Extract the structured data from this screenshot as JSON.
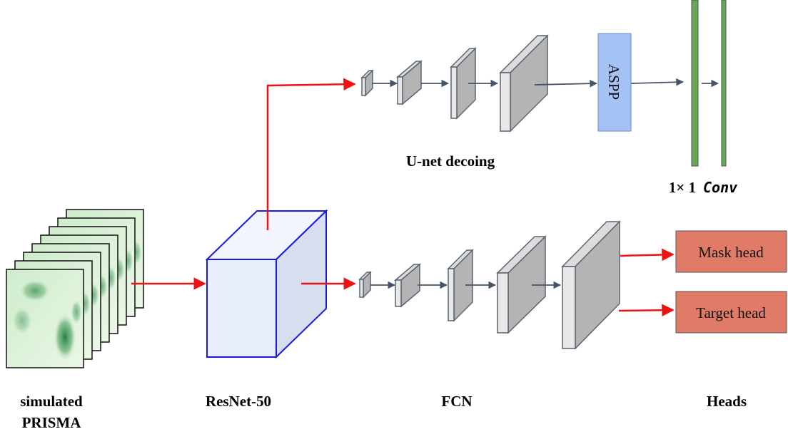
{
  "labels": {
    "input": [
      "simulated",
      "PRISMA"
    ],
    "backbone": "ResNet-50",
    "fcn": "FCN",
    "heads": "Heads",
    "decoder": "U-net decoing",
    "conv_prefix": "1× 1",
    "conv_word": "Conv",
    "aspp": "ASPP",
    "mask_head": "Mask head",
    "target_head": "Target head"
  },
  "colors": {
    "red_arrow": "#ee1111",
    "gray_arrow": "#44546a",
    "backbone_stroke": "#1a1ae6",
    "backbone_fill": "#eef3fc",
    "block_front": "#e8e8e8",
    "block_side": "#b4b4b4",
    "block_stroke": "#5a6472",
    "aspp_fill": "#a4c2f4",
    "conv_bar": "#6aa84f",
    "head_fill": "#e07b68",
    "spectral_green": "#1e7a3c"
  },
  "icons": [
    "spectral-image-stack",
    "resnet-cube",
    "feature-block",
    "arrow"
  ]
}
